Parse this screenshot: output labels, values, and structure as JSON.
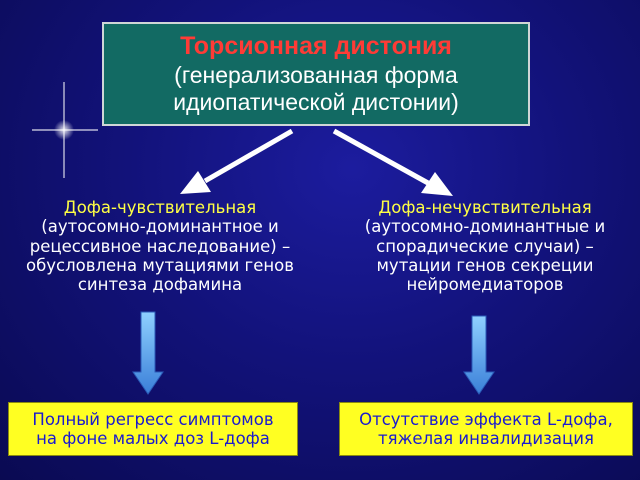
{
  "title": {
    "main": "Торсионная дистония",
    "line2": "(генерализованная форма",
    "line3": "идиопатической дистонии)"
  },
  "left_branch": {
    "heading": "Дофа-чувствительная",
    "lines": [
      "(аутосомно-доминантное и",
      "рецессивное наследование) –",
      "обусловлена мутациями генов",
      "синтеза дофамина"
    ]
  },
  "right_branch": {
    "heading": "Дофа-нечувствительная",
    "lines": [
      "(аутосомно-доминантные и",
      "спорадические случаи) –",
      "мутации генов секреции",
      "нейромедиаторов"
    ]
  },
  "left_result": {
    "line1": "Полный регресс симптомов",
    "line2": "на фоне малых доз L-дофа"
  },
  "right_result": {
    "line1": "Отсутствие эффекта L-дофа,",
    "line2": "тяжелая инвалидизация"
  },
  "colors": {
    "background": "#12127a",
    "title_box": "#126a63",
    "title_accent": "#ff3b36",
    "branch_heading": "#ffff44",
    "result_box": "#ffff22",
    "result_text": "#1a1ad0",
    "flow_arrow": "#5aa8f0"
  }
}
